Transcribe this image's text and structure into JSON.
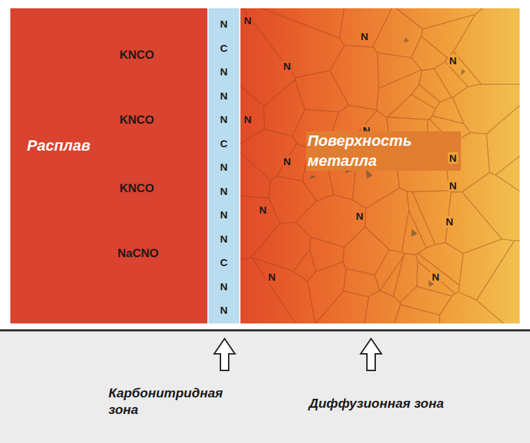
{
  "diagram": {
    "nodes": [
      {
        "text": [
          "KNCO",
          "KNCO",
          "Расплав",
          "KNCO",
          "NaCNO"
        ]
      },
      {
        "text": [
          "N C N N N C N N N N C N N"
        ]
      },
      {
        "text": [
          "N",
          "N",
          "N",
          "N",
          "N",
          "N",
          "Поверхность металла",
          "N",
          "N",
          "N",
          "N",
          "N",
          "N",
          "N",
          "N"
        ]
      }
    ],
    "labels": [
      "Карбонитридная зона",
      "Диффузионная зона"
    ]
  }
}
